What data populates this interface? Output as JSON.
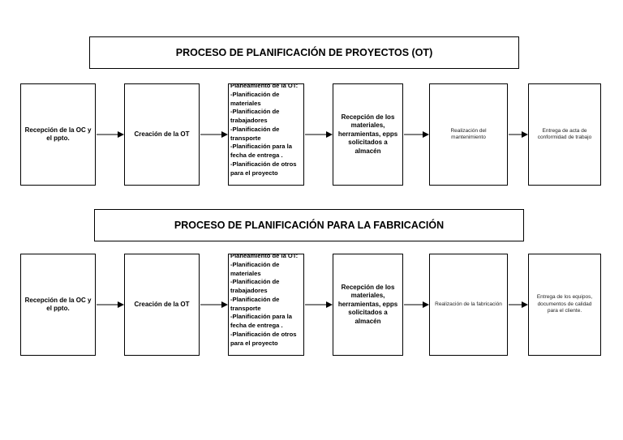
{
  "flows": [
    {
      "title": "PROCESO DE PLANIFICACIÓN DE PROYECTOS (OT)",
      "steps": [
        "Recepción de la OC y el ppto.",
        "Creación de la OT",
        "Planeamiento de la OT:\n-Planificación de materiales\n-Planificación de trabajadores\n-Planificación de transporte\n-Planificación para la fecha de entrega .\n-Planificación de otros para el proyecto",
        "Recepción de los materiales, herramientas, epps solicitados a almacén",
        "Realización del mantenimiento",
        "Entrega de acta de conformidad de trabajo"
      ]
    },
    {
      "title": "PROCESO DE PLANIFICACIÓN PARA LA FABRICACIÓN",
      "steps": [
        "Recepción de la OC y el ppto.",
        "Creación de la OT",
        "Planeamiento de la OT:\n-Planificación de materiales\n-Planificación de trabajadores\n-Planificación de transporte\n-Planificación para la fecha de entrega .\n-Planificación de otros para el proyecto",
        "Recepción de los materiales, herramientas, epps solicitados a almacén",
        "Realización de la fabricación",
        "Entrega de los equipos, documentos de calidad para el cliente."
      ]
    }
  ]
}
